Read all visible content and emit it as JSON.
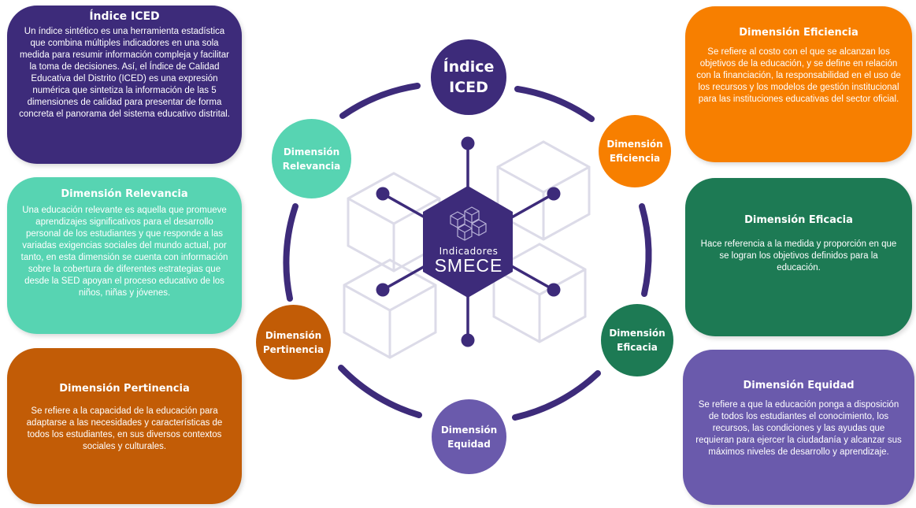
{
  "cards": {
    "iced": {
      "title": "Índice ICED",
      "body": "Un índice sintético es una herramienta estadística que combina múltiples indicadores en una sola medida para resumir información compleja y facilitar la toma de decisiones. Así, el Índice de Calidad Educativa del Distrito (ICED) es una expresión numérica que sintetiza la información de las 5 dimensiones de calidad para presentar de forma concreta el panorama del sistema educativo distrital."
    },
    "relevancia": {
      "title": "Dimensión Relevancia",
      "body": "Una educación relevante es aquella que promueve aprendizajes significativos para el desarrollo personal de los estudiantes y que responde a las variadas exigencias sociales del mundo actual, por tanto, en esta dimensión se cuenta con información sobre la cobertura de diferentes estrategias que desde la SED apoyan el proceso educativo de los niños, niñas y jóvenes."
    },
    "pertinencia": {
      "title": "Dimensión Pertinencia",
      "body": "Se refiere a la capacidad de la educación para adaptarse a las necesidades y características de todos los estudiantes, en sus diversos contextos sociales y culturales."
    },
    "eficiencia": {
      "title": "Dimensión Eficiencia",
      "body": "Se refiere al costo con el que se alcanzan los objetivos de la educación, y se define en relación con la financiación, la responsabilidad en el uso de los recursos y los modelos de gestión institucional para las instituciones educativas del sector oficial."
    },
    "eficacia": {
      "title": "Dimensión Eficacia",
      "body": "Hace referencia a la medida y proporción en que se logran los objetivos definidos para la educación."
    },
    "equidad": {
      "title": "Dimensión Equidad",
      "body": "Se refiere a que la educación ponga a disposición de todos los estudiantes el conocimiento, los recursos, las condiciones y las ayudas que requieran para ejercer la ciudadanía y alcanzar sus máximos niveles de desarrollo y aprendizaje."
    }
  },
  "nodes": {
    "iced": [
      "Índice",
      "ICED"
    ],
    "eficiencia": [
      "Dimensión",
      "Eficiencia"
    ],
    "eficacia": [
      "Dimensión",
      "Eficacia"
    ],
    "equidad": [
      "Dimensión",
      "Equidad"
    ],
    "pertinencia": [
      "Dimensión",
      "Pertinencia"
    ],
    "relevancia": [
      "Dimensión",
      "Relevancia"
    ]
  },
  "hub": {
    "line1": "Indicadores",
    "line2": "SMECE",
    "icon": "cubes-icon"
  },
  "colors": {
    "purple": "#3d2b7a",
    "teal": "#57d4b2",
    "brown": "#c25c06",
    "orange": "#f77f00",
    "green": "#1d7a54",
    "violet": "#6a5aac",
    "cube_outline": "#dcdbe8"
  }
}
